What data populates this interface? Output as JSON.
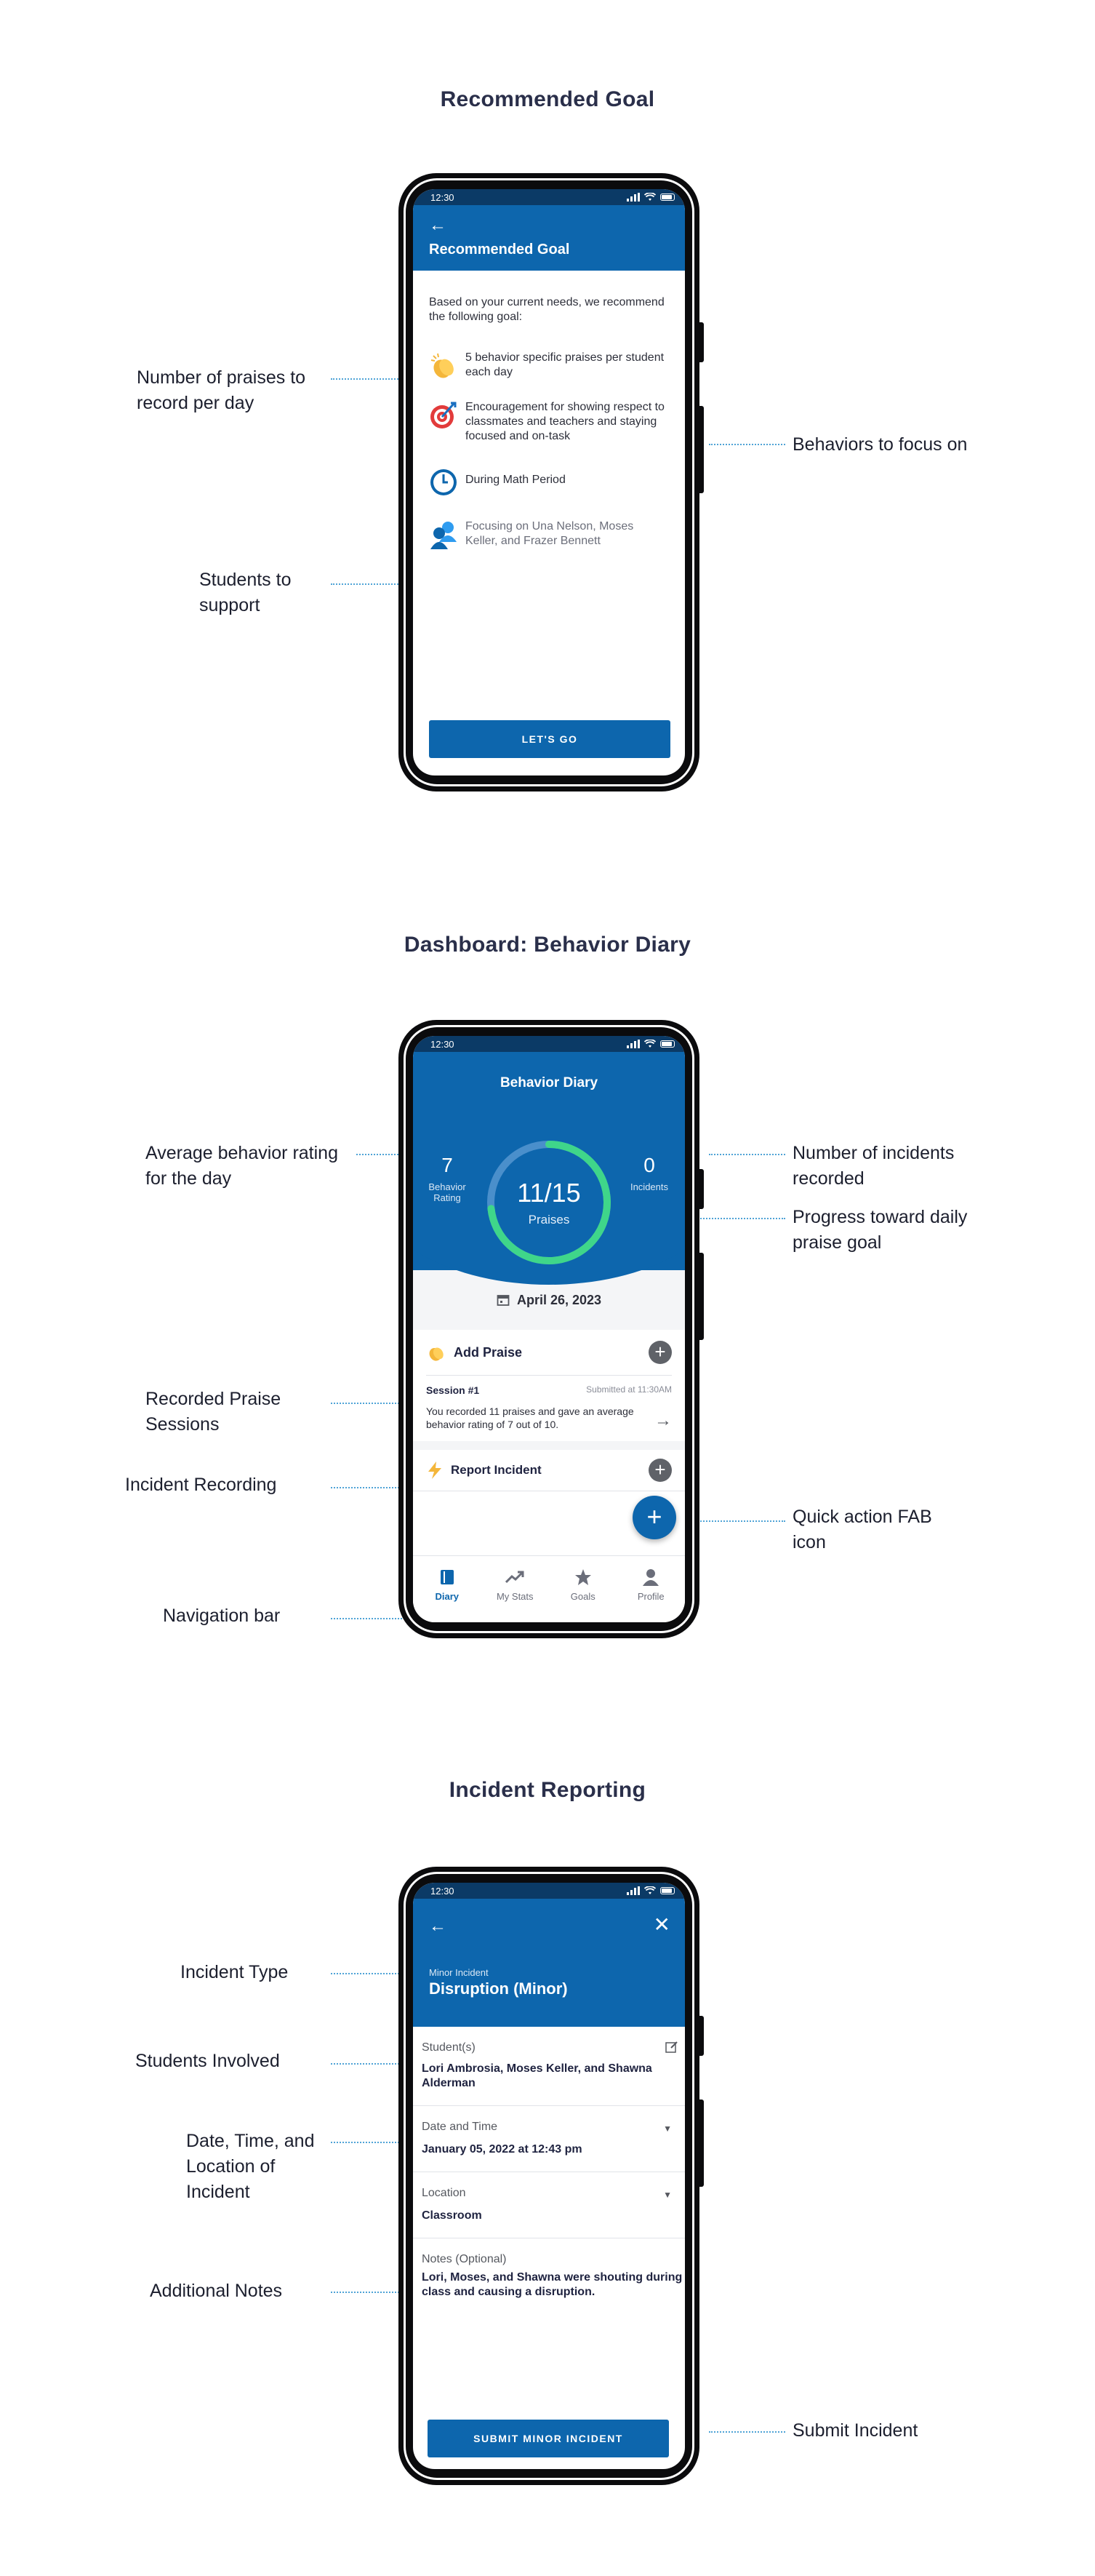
{
  "sections": [
    {
      "title": "Recommended Goal",
      "annotations": {
        "praises": "Number of praises to record per day",
        "behaviors": "Behaviors to focus on",
        "students": "Students to support"
      },
      "screen": {
        "status_time": "12:30",
        "header_title": "Recommended Goal",
        "intro": "Based on your current needs, we recommend the following goal:",
        "goals": [
          {
            "icon": "clapping-hands-icon",
            "text": "5 behavior specific praises per student each day"
          },
          {
            "icon": "target-icon",
            "text": "Encouragement for showing respect to classmates and teachers and staying focused and on-task"
          },
          {
            "icon": "clock-icon",
            "text": "During Math Period"
          },
          {
            "icon": "students-icon",
            "text": "Focusing on Una Nelson, Moses Keller, and Frazer Bennett"
          }
        ],
        "button": "LET'S GO"
      }
    },
    {
      "title": "Dashboard: Behavior Diary",
      "annotations": {
        "avg_rating": "Average behavior rating for the day",
        "incidents": "Number of incidents recorded",
        "progress": "Progress toward daily praise goal",
        "sessions": "Recorded Praise Sessions",
        "incident_rec": "Incident Recording",
        "fab": "Quick action FAB icon",
        "navbar": "Navigation bar"
      },
      "screen": {
        "status_time": "12:30",
        "hero_title": "Behavior Diary",
        "behavior_rating": "7",
        "behavior_rating_label": "Behavior Rating",
        "praises_value": "11/15",
        "praises_label": "Praises",
        "praise_progress": 0.733,
        "incidents_value": "0",
        "incidents_label": "Incidents",
        "date": "April 26, 2023",
        "add_praise": "Add Praise",
        "session_name": "Session #1",
        "session_submitted": "Submitted at 11:30AM",
        "session_desc": "You recorded 11 praises and gave an average behavior rating of 7 out of 10.",
        "report_incident": "Report Incident",
        "nav": [
          "Diary",
          "My Stats",
          "Goals",
          "Profile"
        ]
      }
    },
    {
      "title": "Incident Reporting",
      "annotations": {
        "type": "Incident Type",
        "students": "Students Involved",
        "datetime": "Date, Time, and Location of Incident",
        "notes": "Additional Notes",
        "submit": "Submit Incident"
      },
      "screen": {
        "status_time": "12:30",
        "kicker": "Minor Incident",
        "title": "Disruption (Minor)",
        "students_label": "Student(s)",
        "students_value": "Lori Ambrosia, Moses Keller, and Shawna Alderman",
        "datetime_label": "Date and Time",
        "datetime_value": "January 05, 2022 at 12:43 pm",
        "location_label": "Location",
        "location_value": "Classroom",
        "notes_label": "Notes (Optional)",
        "notes_value": "Lori, Moses, and Shawna were shouting during class and causing a disruption.",
        "button": "SUBMIT MINOR INCIDENT"
      }
    }
  ],
  "colors": {
    "brand_blue": "#0d66ad",
    "status_bar": "#0b3a66",
    "ring_green": "#3fd68a",
    "leader_dots": "#4fa3d6"
  }
}
